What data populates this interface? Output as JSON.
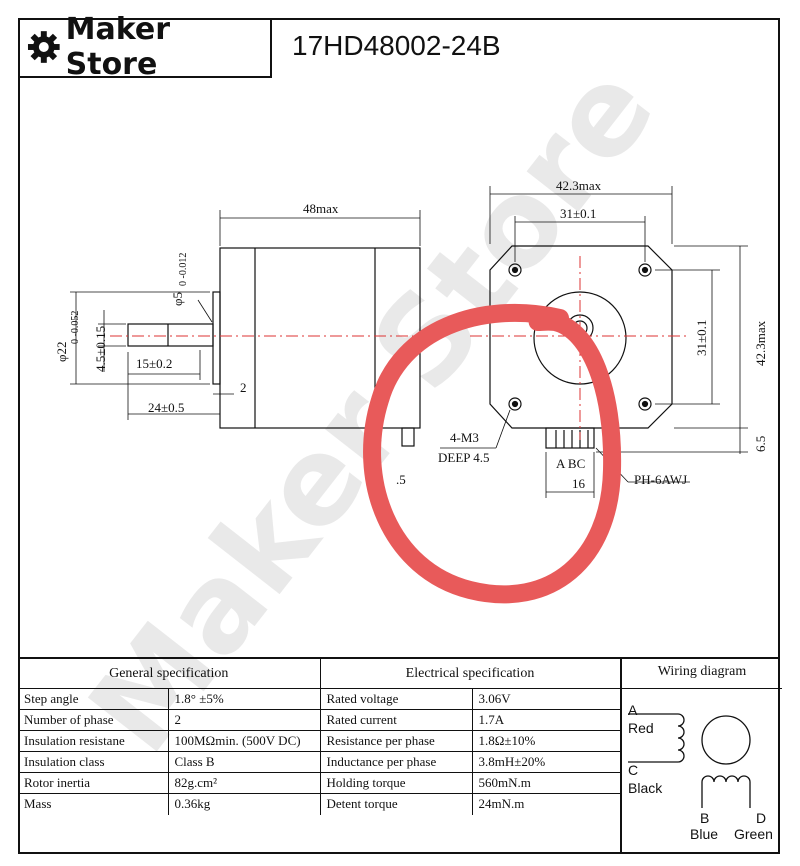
{
  "header": {
    "brand": "Maker Store",
    "model": "17HD48002-24B"
  },
  "icons": {
    "logo": "gear-icon"
  },
  "watermark": "Maker Store",
  "drawing": {
    "dims": {
      "length_max": "48max",
      "shaft_dia": "φ5",
      "shaft_tol": "0 -0.012",
      "boss_dia": "φ22",
      "boss_tol": "0 -0.052",
      "flat": "4.5±0.15",
      "shaft_flat_len": "15±0.2",
      "boss_height": "2",
      "shaft_len": "24±0.5",
      "partial": ".5",
      "face_max": "42.3max",
      "hole_spacing": "31±0.1",
      "side_max": "42.3max",
      "side_spacing": "31±0.1",
      "connector_offset": "6.5",
      "screw": "4-M3",
      "depth": "DEEP 4.5",
      "pins": "A BC",
      "connector_width": "16",
      "connector": "PH-6AWJ"
    },
    "highlight_color": "#e85a5a"
  },
  "spec": {
    "general_title": "General   specification",
    "electrical_title": "Electrical   specification",
    "wiring_title": "Wiring diagram",
    "rows": [
      {
        "g_label": "Step angle",
        "g_value": "1.8°  ±5%",
        "e_label": "Rated voltage",
        "e_value": "3.06V"
      },
      {
        "g_label": "Number of phase",
        "g_value": "2",
        "e_label": "Rated current",
        "e_value": "1.7A"
      },
      {
        "g_label": "Insulation resistane",
        "g_value": "100MΩmin. (500V DC)",
        "e_label": "Resistance per phase",
        "e_value": "1.8Ω±10%"
      },
      {
        "g_label": "Insulation class",
        "g_value": "Class B",
        "e_label": "Inductance per phase",
        "e_value": "3.8mH±20%"
      },
      {
        "g_label": "Rotor inertia",
        "g_value": "82g.cm²",
        "e_label": "Holding torque",
        "e_value": "560mN.m"
      },
      {
        "g_label": "Mass",
        "g_value": "0.36kg",
        "e_label": "Detent torque",
        "e_value": "24mN.m"
      }
    ]
  },
  "wiring": {
    "a": "A",
    "red": "Red",
    "c": "C",
    "black": "Black",
    "b": "B",
    "d": "D",
    "blue": "Blue",
    "green": "Green"
  }
}
